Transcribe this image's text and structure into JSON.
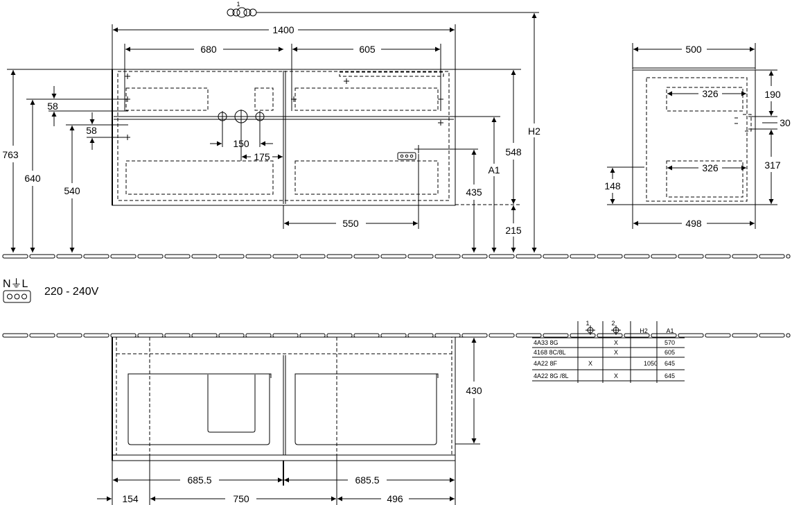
{
  "front_view": {
    "overall_width": "1400",
    "left_section": "680",
    "right_section": "605",
    "hole_offset_a": "58",
    "hole_offset_b": "58",
    "hole_spacing_a": "150",
    "hole_spacing_b": "175",
    "socket_offset": "550",
    "total_height": "763",
    "height_640": "640",
    "height_540": "540",
    "height_548": "548",
    "height_435": "435",
    "height_215": "215",
    "label_a1": "A1",
    "label_h2": "H2",
    "marker_1": "1"
  },
  "side_view": {
    "depth_top": "500",
    "depth_bottom": "498",
    "inner_326_top": "326",
    "inner_326_bottom": "326",
    "dim_190": "190",
    "dim_30": "30",
    "dim_317": "317",
    "dim_148": "148"
  },
  "electrical": {
    "symbol": "N⏚L",
    "voltage": "220 - 240V"
  },
  "plan_view": {
    "depth": "430",
    "half_left": "685.5",
    "half_right": "685.5",
    "seg_154": "154",
    "seg_750": "750",
    "seg_496": "496"
  },
  "variant_table": {
    "headers": [
      "",
      "1",
      "2",
      "H2",
      "A1"
    ],
    "rows": [
      [
        "4A33 8G",
        "",
        "X",
        "",
        "570"
      ],
      [
        "4168 8C/8L",
        "",
        "X",
        "",
        "605"
      ],
      [
        "4A22 8F",
        "X",
        "",
        "1050",
        "645"
      ],
      [
        "4A22 8G /8L",
        "",
        "X",
        "",
        "645"
      ]
    ]
  }
}
